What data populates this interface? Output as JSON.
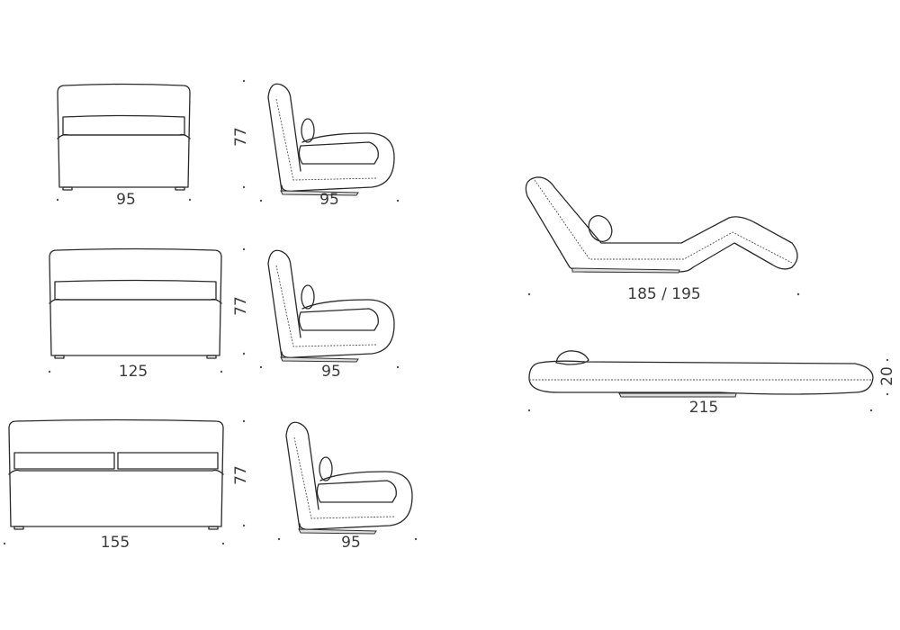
{
  "modules": [
    {
      "front_width": "95",
      "height": "77",
      "depth": "95",
      "cushions": 1
    },
    {
      "front_width": "125",
      "height": "77",
      "depth": "95",
      "cushions": 1
    },
    {
      "front_width": "155",
      "height": "77",
      "depth": "95",
      "cushions": 2
    }
  ],
  "chaise": {
    "length": "185 / 195"
  },
  "flat_bed": {
    "length": "215",
    "height": "20"
  }
}
